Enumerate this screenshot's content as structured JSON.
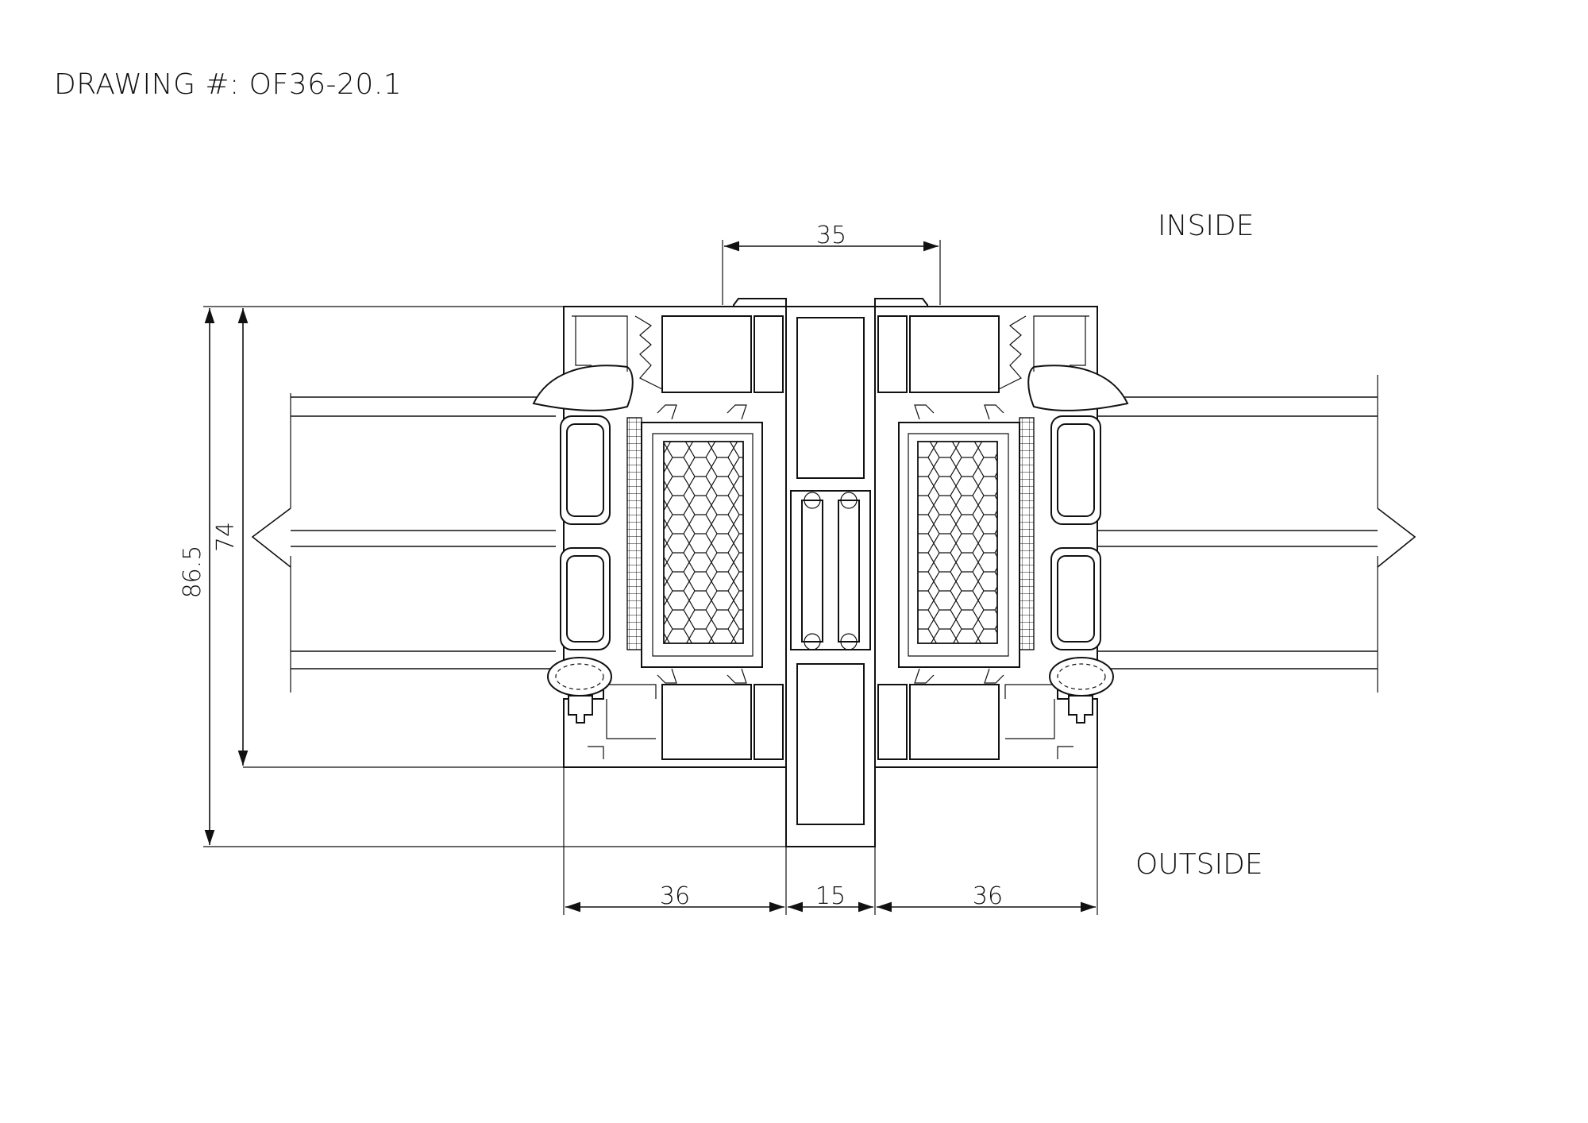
{
  "title": "DRAWING #: OF36-20.1",
  "labels": {
    "inside": "INSIDE",
    "outside": "OUTSIDE"
  },
  "dimensions": {
    "top_width": "35",
    "overall_height": "86.5",
    "inner_height": "74",
    "left_width": "36",
    "mullion_width": "15",
    "right_width": "36"
  },
  "colors": {
    "line": "#111111",
    "background": "#ffffff"
  }
}
